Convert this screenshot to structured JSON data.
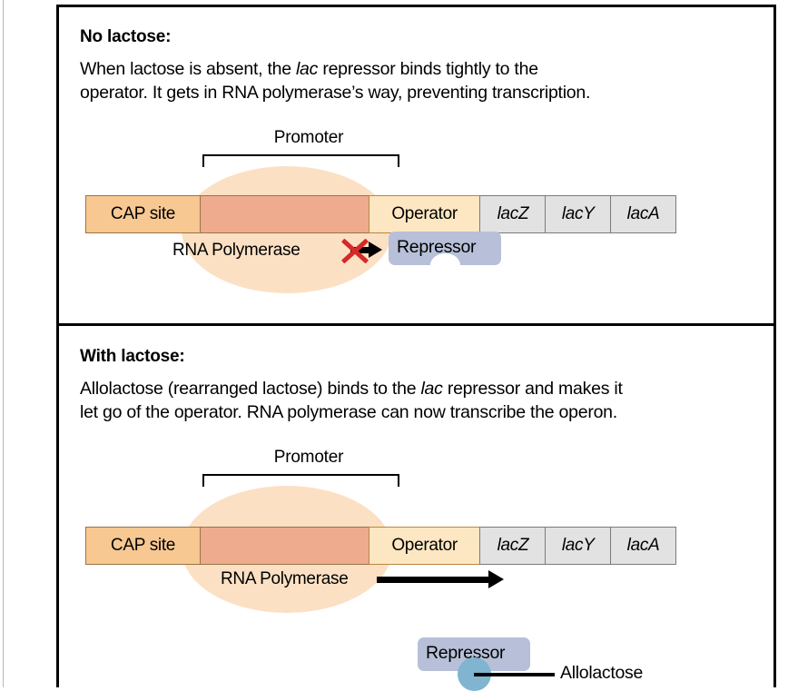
{
  "figure": {
    "panels": [
      {
        "id": "no-lactose",
        "heading": "No lactose:",
        "description_line1_a": "When lactose is absent, the ",
        "description_line1_i": "lac",
        "description_line1_b": " repressor binds tightly to the",
        "description_line2": "operator. It gets in RNA polymerase’s way, preventing transcription.",
        "promoter_label": "Promoter",
        "rnap_label": "RNA Polymerase",
        "repressor_label": "Repressor",
        "blocked": true,
        "dna_segments": [
          {
            "label": "CAP site",
            "type": "cap"
          },
          {
            "label": "",
            "type": "promoter"
          },
          {
            "label": "Operator",
            "type": "operator"
          },
          {
            "label": "lacZ",
            "type": "gene"
          },
          {
            "label": "lacY",
            "type": "gene"
          },
          {
            "label": "lacA",
            "type": "gene"
          }
        ]
      },
      {
        "id": "with-lactose",
        "heading": "With lactose:",
        "description_line1_a": "Allolactose (rearranged lactose) binds to the ",
        "description_line1_i": "lac",
        "description_line1_b": " repressor and makes it",
        "description_line2": "let go of the operator. RNA polymerase can now transcribe the operon.",
        "promoter_label": "Promoter",
        "rnap_label": "RNA Polymerase",
        "repressor_label": "Repressor",
        "allolactose_label": "Allolactose",
        "blocked": false,
        "dna_segments": [
          {
            "label": "CAP site",
            "type": "cap"
          },
          {
            "label": "",
            "type": "promoter"
          },
          {
            "label": "Operator",
            "type": "operator"
          },
          {
            "label": "lacZ",
            "type": "gene"
          },
          {
            "label": "lacY",
            "type": "gene"
          },
          {
            "label": "lacA",
            "type": "gene"
          }
        ]
      }
    ],
    "colors": {
      "cap_site": "#f7c892",
      "promoter_region": "#eeab8e",
      "operator": "#fde7c2",
      "gene": "#e2e2e2",
      "polymerase_blob": "#fce0c4",
      "repressor": "#b7c0d8",
      "allolactose": "#80b4d0",
      "block_x": "#d62828",
      "frame": "#000000"
    }
  }
}
